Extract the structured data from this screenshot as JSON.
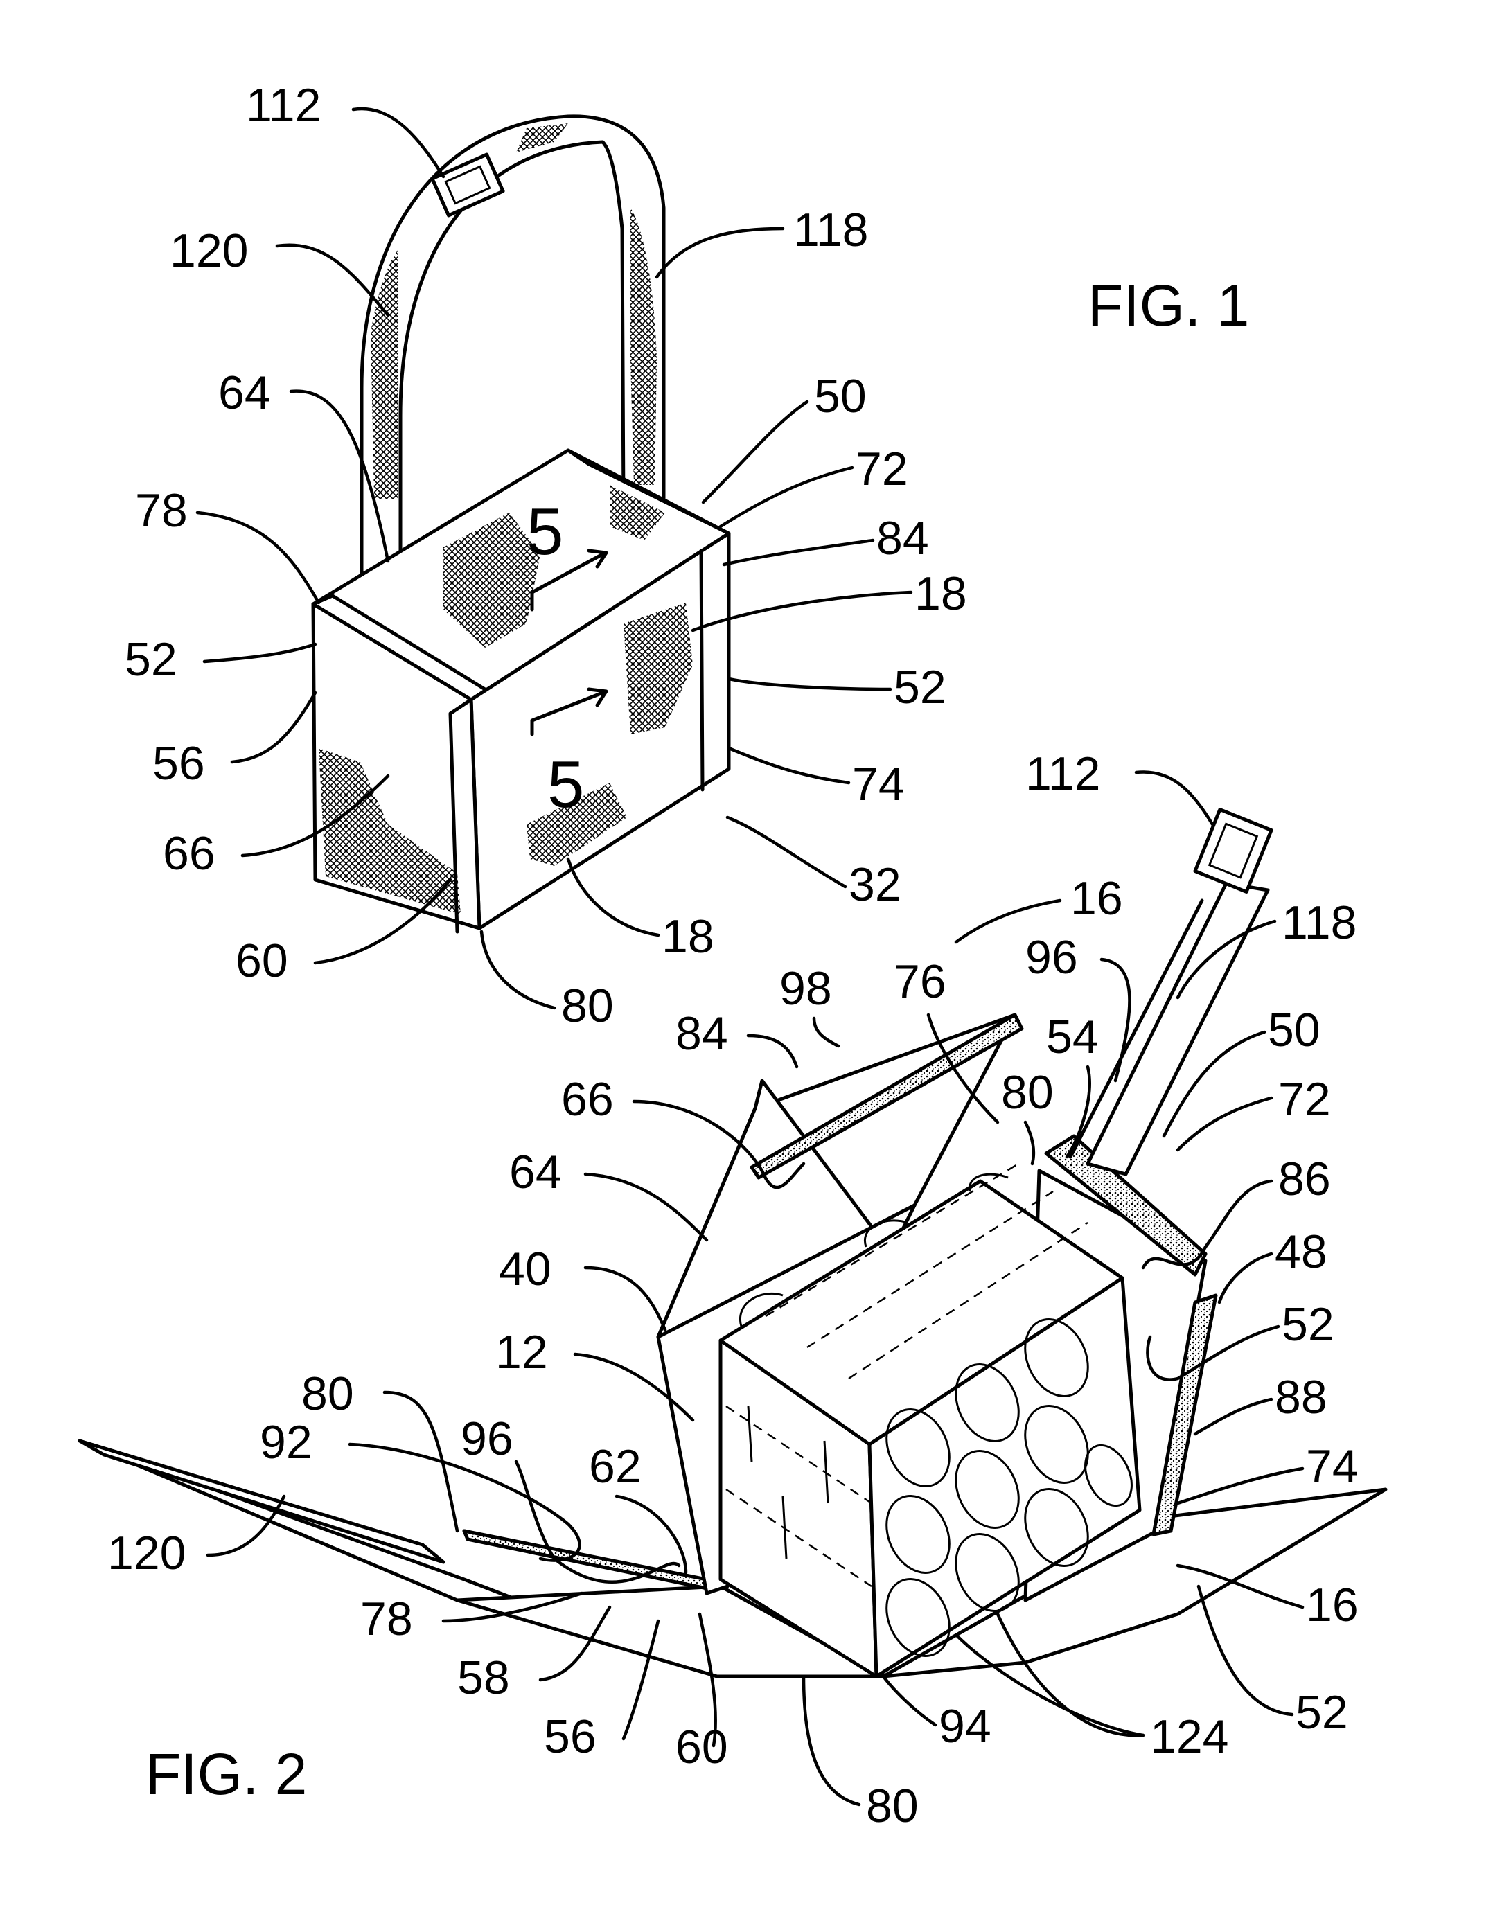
{
  "figures": {
    "fig1": {
      "title": "FIG. 1"
    },
    "fig2": {
      "title": "FIG. 2"
    }
  },
  "section_marker": "5",
  "fig1_labels": {
    "l112": "112",
    "l120": "120",
    "l118": "118",
    "l64": "64",
    "l50": "50",
    "l72": "72",
    "l78": "78",
    "l84": "84",
    "l18a": "18",
    "l52a": "52",
    "l52b": "52",
    "l56": "56",
    "l74": "74",
    "l66": "66",
    "l32": "32",
    "l60": "60",
    "l18b": "18",
    "l80": "80"
  },
  "fig2_labels": {
    "l16a": "16",
    "l112": "112",
    "l118": "118",
    "l96a": "96",
    "l98": "98",
    "l76": "76",
    "l84": "84",
    "l50": "50",
    "l54": "54",
    "l66": "66",
    "l80a": "80",
    "l72": "72",
    "l64": "64",
    "l86": "86",
    "l48": "48",
    "l40": "40",
    "l52a": "52",
    "l12": "12",
    "l80b": "80",
    "l88": "88",
    "l92": "92",
    "l96b": "96",
    "l62": "62",
    "l74": "74",
    "l120": "120",
    "l16b": "16",
    "l78": "78",
    "l58": "58",
    "l52b": "52",
    "l56": "56",
    "l60": "60",
    "l94": "94",
    "l124": "124",
    "l80c": "80"
  }
}
